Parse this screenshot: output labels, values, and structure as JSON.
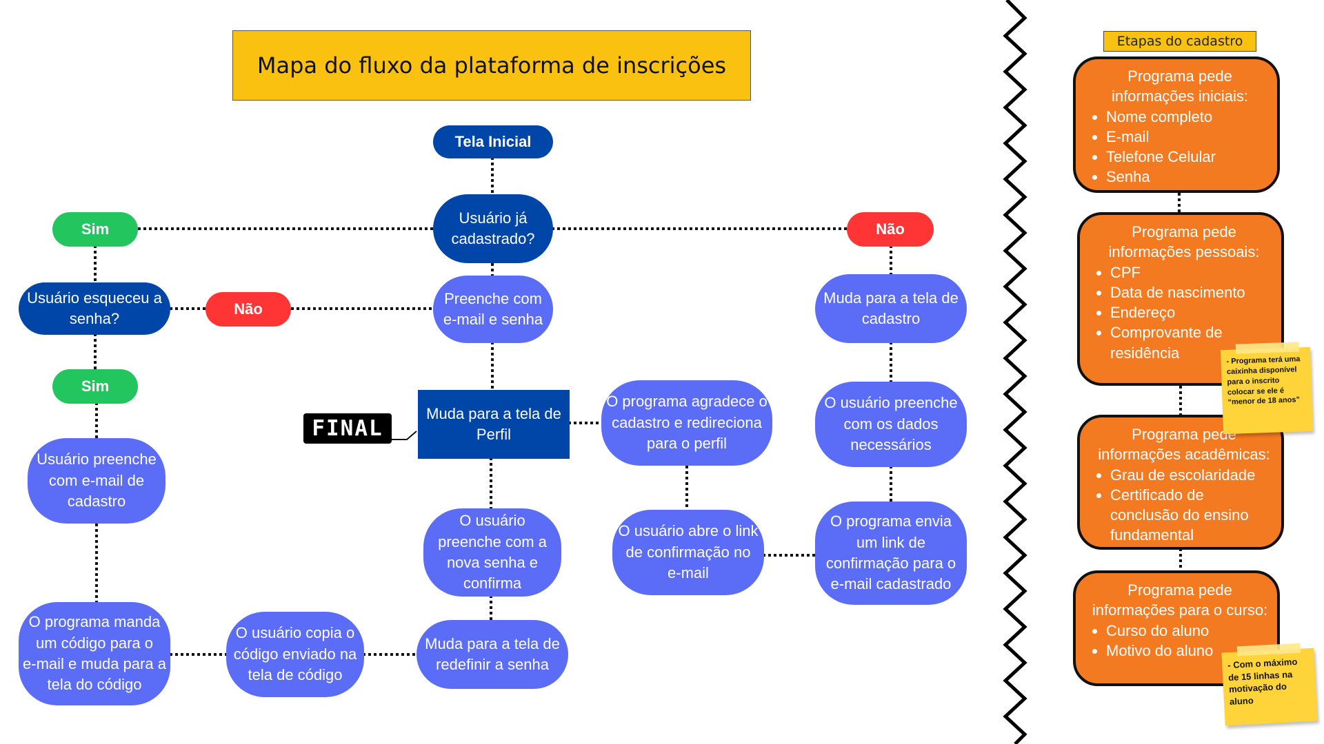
{
  "title": "Mapa do fluxo da plataforma de inscrições",
  "nodes": {
    "tela_inicial": "Tela Inicial",
    "usuario_cadastrado": "Usuário já\ncadastrado?",
    "sim_top": "Sim",
    "nao_top": "Não",
    "esqueceu_senha": "Usuário esqueceu a\nsenha?",
    "nao_mid": "Não",
    "preenche_email_senha": "Preenche com\ne-mail e senha",
    "sim_left": "Sim",
    "preenche_email_cadastro": "Usuário preenche\ncom e-mail de\ncadastro",
    "tela_perfil": "Muda para a tela de\nPerfil",
    "final_label": "FINAL",
    "agradece": "O programa agradece o\ncadastro e redireciona\npara o perfil",
    "tela_cadastro": "Muda para a tela de\ncadastro",
    "preenche_dados": "O usuário preenche\ncom os dados\nnecessários",
    "nova_senha": "O usuário\npreenche com a\nnova senha e\nconfirma",
    "abre_link": "O usuário abre o link\nde confirmação no\ne-mail",
    "envia_link": "O programa envia\num link de\nconfirmação para o\ne-mail cadastrado",
    "manda_codigo": "O programa manda\num código para o\ne-mail e muda para a\ntela do código",
    "copia_codigo": "O usuário copia o\ncódigo enviado na\ntela de código",
    "redefinir_senha": "Muda para a tela de\nredefinir a senha"
  },
  "etapas": {
    "label": "Etapas do cadastro",
    "steps": [
      {
        "title": "Programa pede informações iniciais:",
        "items": [
          "Nome completo",
          "E-mail",
          "Telefone Celular",
          "Senha"
        ]
      },
      {
        "title": "Programa pede informações pessoais:",
        "items": [
          "CPF",
          "Data de nascimento",
          "Endereço",
          "Comprovante de residência"
        ]
      },
      {
        "title": "Programa pede informações acadêmicas:",
        "items": [
          "Grau de escolaridade",
          "Certificado de conclusão do ensino fundamental"
        ]
      },
      {
        "title": "Programa pede informações para o curso:",
        "items": [
          "Curso do aluno",
          "Motivo do aluno"
        ]
      }
    ],
    "notes": [
      "- Programa terá uma caixinha disponível para o inscrito colocar se ele é “menor de 18 anos”",
      "- Com o máximo de 15 linhas na motivação do aluno"
    ]
  },
  "colors": {
    "title_bg": "#fbc111",
    "node_blue": "#5b6cf6",
    "node_navy": "#0046a8",
    "sim_green": "#22c55e",
    "nao_red": "#ff3535",
    "step_orange": "#f47a22",
    "note_yellow": "#ffd43b"
  }
}
